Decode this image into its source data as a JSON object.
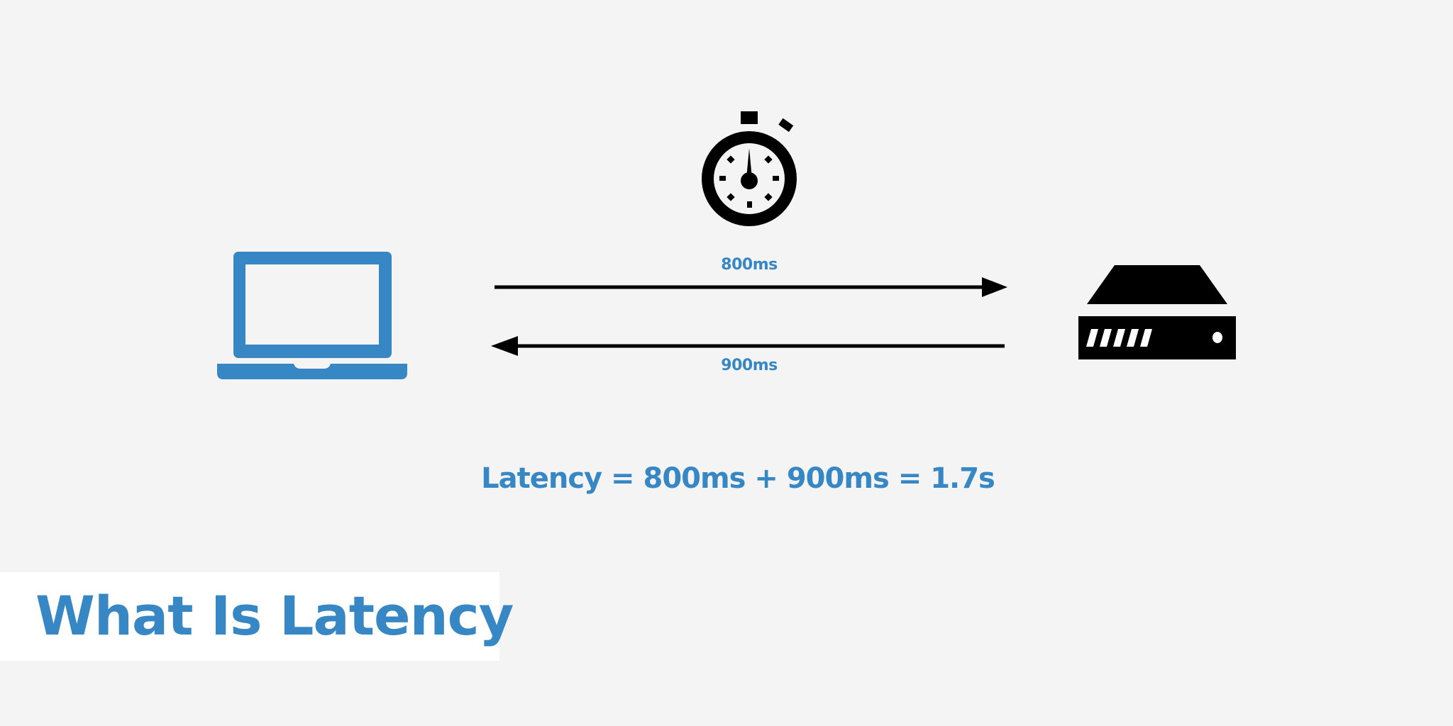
{
  "colors": {
    "background": "#f4f4f4",
    "accent": "#3787c5",
    "ink": "#000000",
    "title_panel": "#ffffff"
  },
  "icons": {
    "client": "laptop-icon",
    "timer": "stopwatch-icon",
    "server": "server-icon"
  },
  "diagram": {
    "request_time": "800ms",
    "response_time": "900ms",
    "formula": "Latency = 800ms + 900ms = 1.7s"
  },
  "title": "What Is Latency"
}
